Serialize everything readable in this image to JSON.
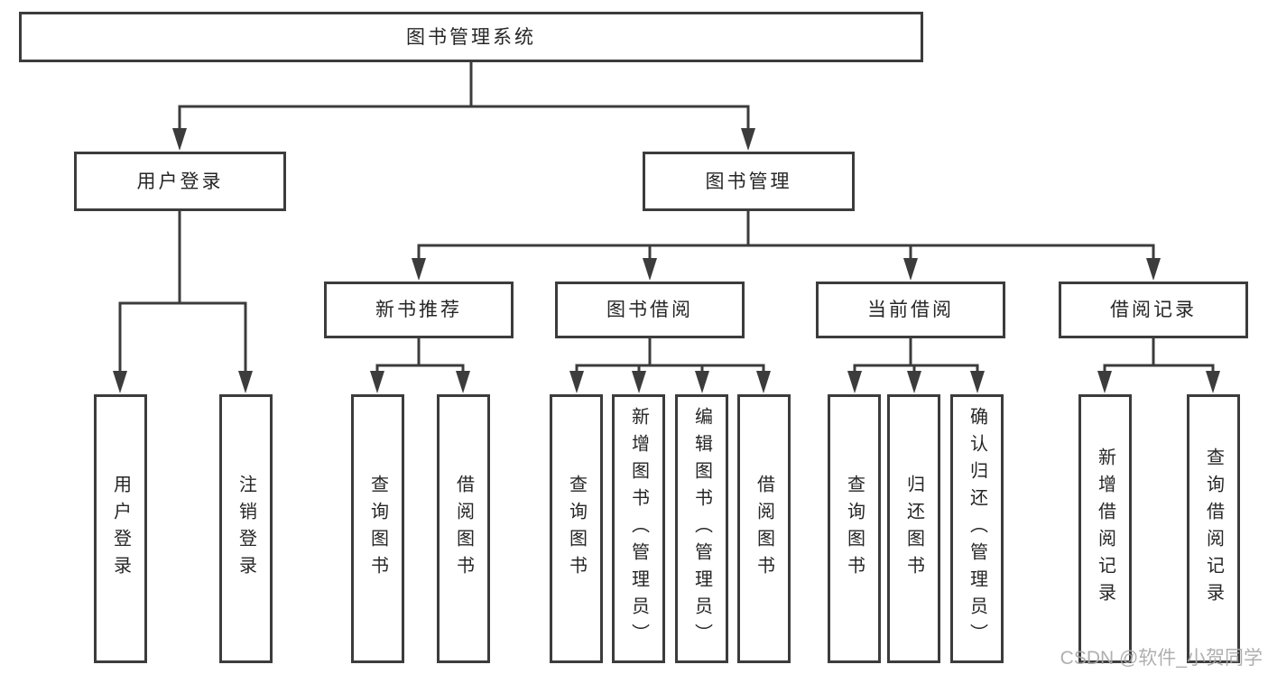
{
  "nodes": {
    "root": "图书管理系统",
    "level2": [
      "用户登录",
      "图书管理"
    ],
    "level3": [
      "新书推荐",
      "图书借阅",
      "当前借阅",
      "借阅记录"
    ],
    "leaves": {
      "login": [
        "用户登录",
        "注销登录"
      ],
      "recommend": [
        "查询图书",
        "借阅图书"
      ],
      "borrow": [
        "查询图书",
        "新增图书（管理员）",
        "编辑图书（管理员）",
        "借阅图书"
      ],
      "current": [
        "查询图书",
        "归还图书",
        "确认归还（管理员）"
      ],
      "records": [
        "新增借阅记录",
        "查询借阅记录"
      ]
    }
  },
  "watermark": "CSDN @软件_小贺同学",
  "colors": {
    "line": "#3c3c3c",
    "border": "#3c3c3c",
    "text": "#262626",
    "watermark": "#a9a9a9",
    "background": "#ffffff"
  }
}
